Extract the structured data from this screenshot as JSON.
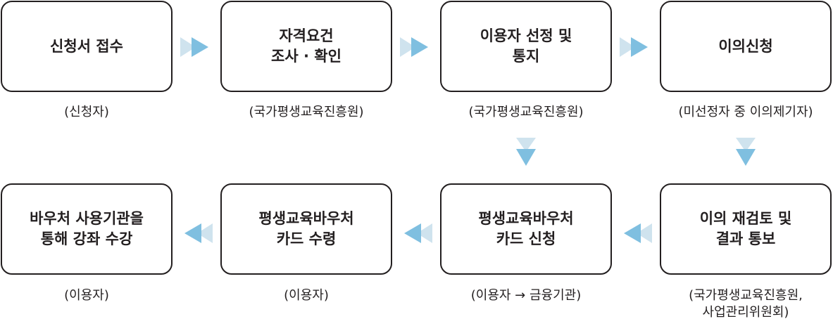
{
  "steps": [
    {
      "title": "신청서 접수",
      "actor": "(신청자)"
    },
    {
      "title": "자격요건\n조사 · 확인",
      "actor": "(국가평생교육진흥원)"
    },
    {
      "title": "이용자 선정 및\n통지",
      "actor": "(국가평생교육진흥원)"
    },
    {
      "title": "이의신청",
      "actor": "(미선정자 중 이의제기자)"
    },
    {
      "title": "이의 재검토 및\n결과 통보",
      "actor": "(국가평생교육진흥원,\n사업관리위원회)"
    },
    {
      "title": "평생교육바우처\n카드 신청",
      "actor": "(이용자 → 금융기관)"
    },
    {
      "title": "평생교육바우처\n카드 수령",
      "actor": "(이용자)"
    },
    {
      "title": "바우처 사용기관을\n통해 강좌 수강",
      "actor": "(이용자)"
    }
  ],
  "colors": {
    "arrow_light": "#cfe3ee",
    "arrow_dark": "#7fbfe0",
    "border": "#231f20"
  }
}
